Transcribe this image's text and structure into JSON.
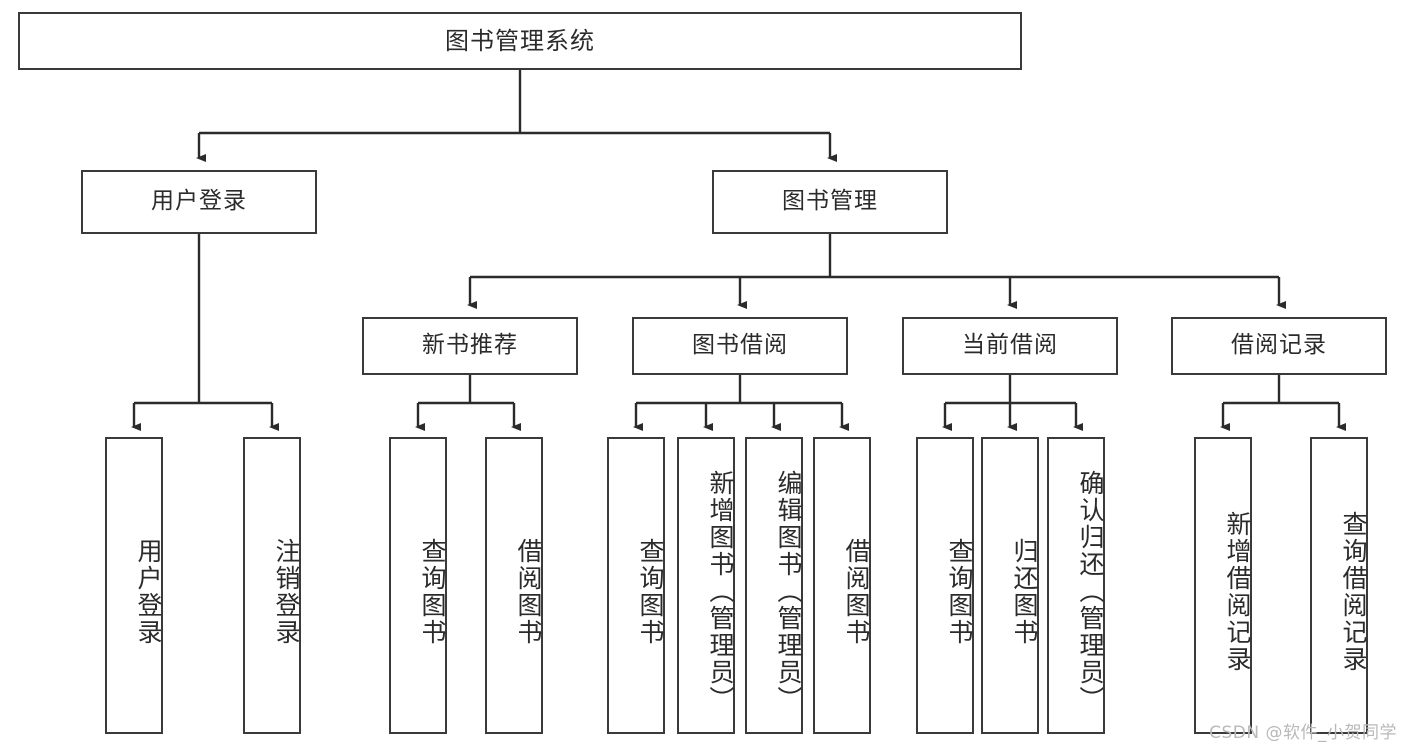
{
  "diagram": {
    "type": "tree",
    "title": "图书管理系统",
    "root": {
      "label": "图书管理系统"
    },
    "level2": [
      {
        "label": "用户登录"
      },
      {
        "label": "图书管理"
      }
    ],
    "level3": [
      {
        "label": "新书推荐"
      },
      {
        "label": "图书借阅"
      },
      {
        "label": "当前借阅"
      },
      {
        "label": "借阅记录"
      }
    ],
    "leaves": {
      "user_login": [
        {
          "label": "用户登录"
        },
        {
          "label": "注销登录"
        }
      ],
      "new_book_recommend": [
        {
          "label": "查询图书"
        },
        {
          "label": "借阅图书"
        }
      ],
      "book_borrow": [
        {
          "label": "查询图书"
        },
        {
          "label": "新增图书（管理员）"
        },
        {
          "label": "编辑图书（管理员）"
        },
        {
          "label": "借阅图书"
        }
      ],
      "current_borrow": [
        {
          "label": "查询图书"
        },
        {
          "label": "归还图书"
        },
        {
          "label": "确认归还（管理员）"
        }
      ],
      "borrow_record": [
        {
          "label": "新增借阅记录"
        },
        {
          "label": "查询借阅记录"
        }
      ]
    }
  },
  "watermark": {
    "text": "CSDN @软件_小贺同学"
  },
  "colors": {
    "border": "#3a3a3a",
    "text": "#2b2b2b",
    "background": "#ffffff",
    "watermark": "#b9b9b9"
  }
}
